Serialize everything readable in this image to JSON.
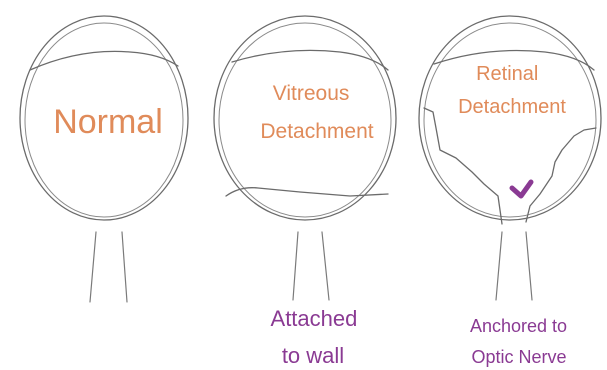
{
  "panels": {
    "normal": {
      "title_lines": [
        "Normal"
      ]
    },
    "vitreous": {
      "title_lines": [
        "Vitreous",
        "Detachment"
      ],
      "note_lines": [
        "Attached",
        "to wall"
      ]
    },
    "retinal": {
      "title_lines": [
        "Retinal",
        "Detachment"
      ],
      "note_lines": [
        "Anchored to",
        "Optic Nerve"
      ]
    }
  },
  "colors": {
    "title_text": "#e08b5a",
    "note_text": "#8a3a93",
    "outline": "#6b6b6b"
  }
}
